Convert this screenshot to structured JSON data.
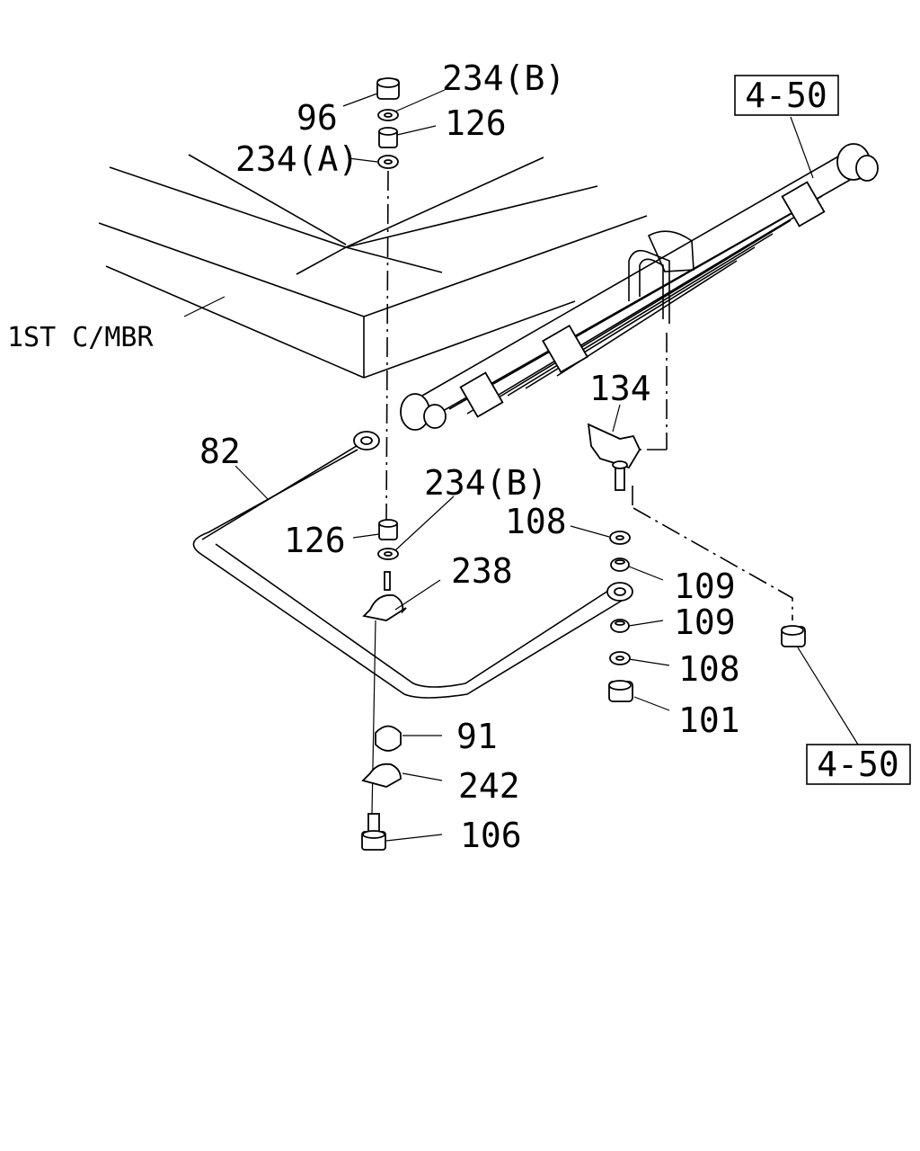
{
  "diagram": {
    "ref_top": "4-50",
    "ref_bottom": "4-50",
    "crossmember_label": "1ST C/MBR",
    "callouts": {
      "p96": "96",
      "p234b_top": "234(B)",
      "p126_top": "126",
      "p234a": "234(A)",
      "p82": "82",
      "p234b_mid": "234(B)",
      "p126_mid": "126",
      "p238": "238",
      "p134": "134",
      "p108_top": "108",
      "p109_top": "109",
      "p109_bot": "109",
      "p108_bot": "108",
      "p101": "101",
      "p91": "91",
      "p242": "242",
      "p106": "106"
    }
  }
}
